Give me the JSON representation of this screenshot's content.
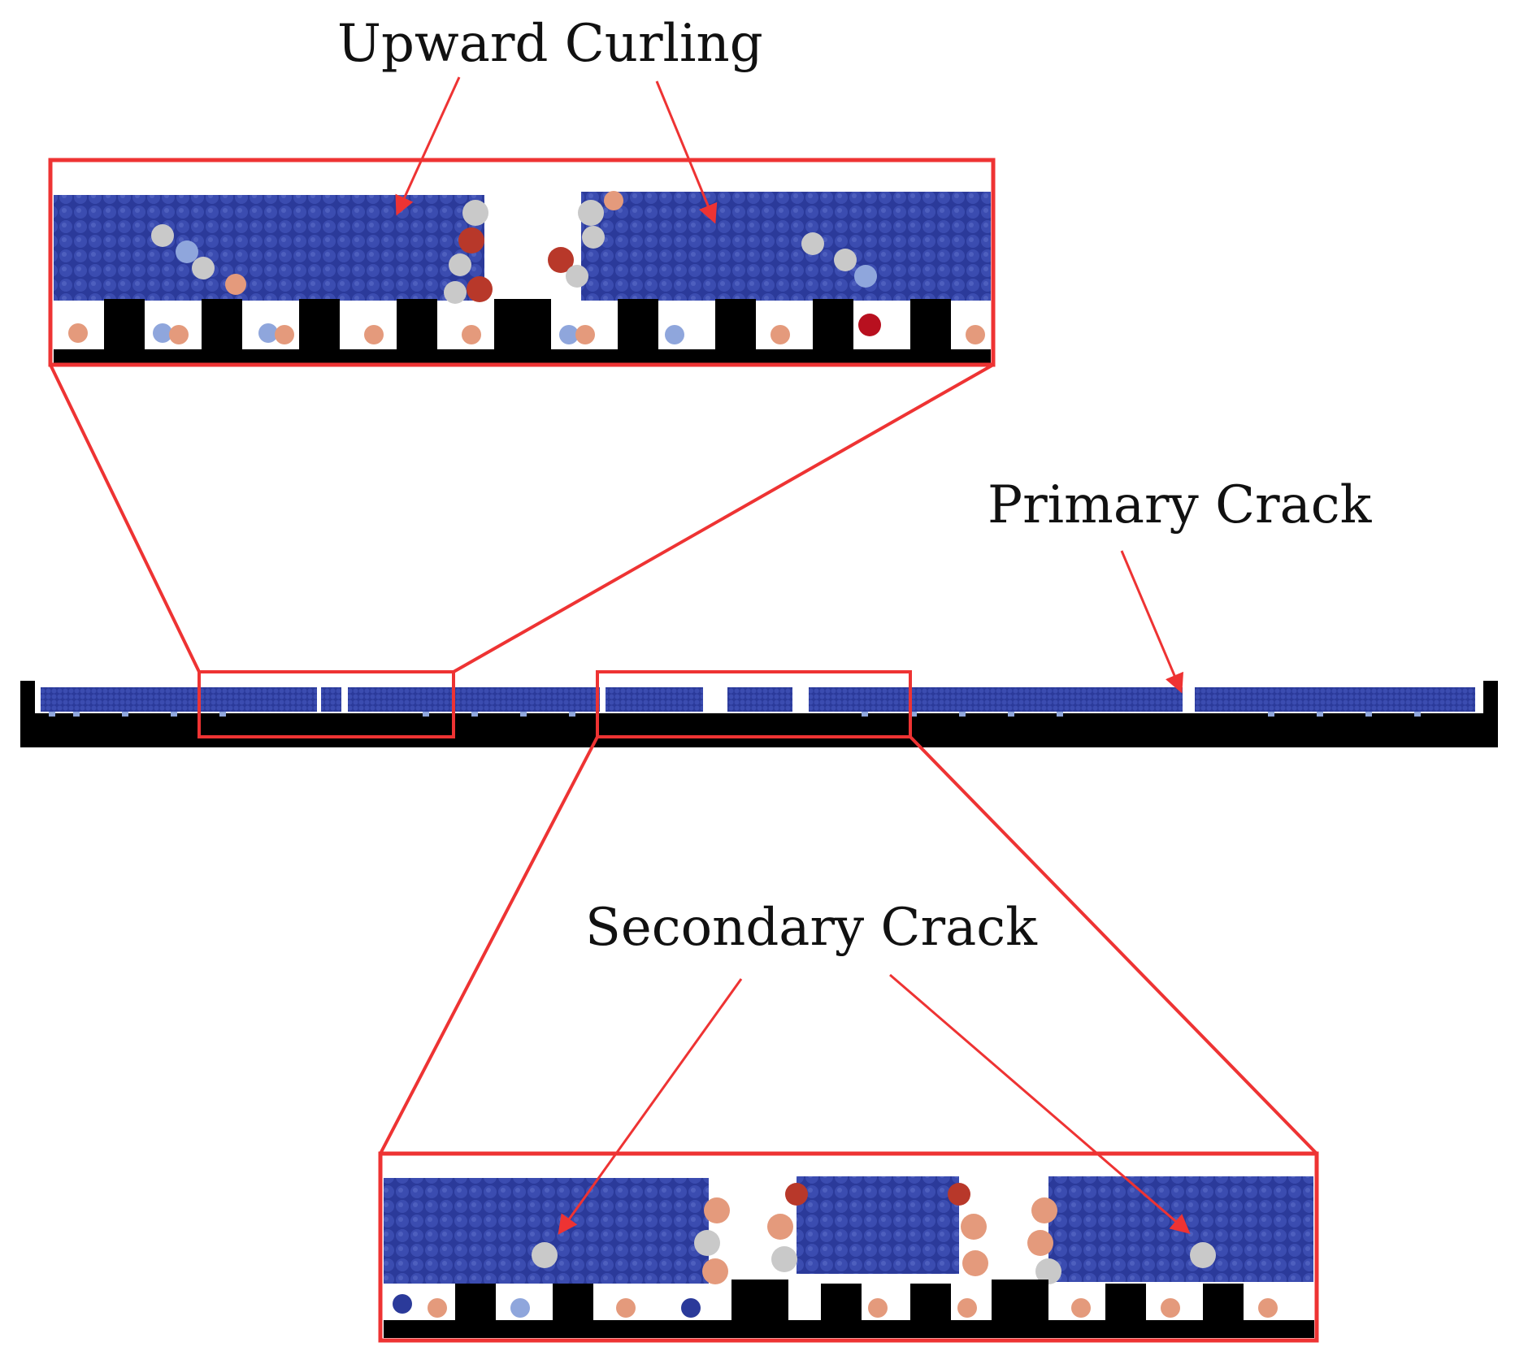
{
  "labels": {
    "upward_curling": "Upward Curling",
    "primary_crack": "Primary Crack",
    "secondary_crack": "Secondary Crack"
  },
  "colors": {
    "annotation_red": "#ee3333",
    "particle_blue_dark": "#2b3a9a",
    "particle_blue_mid": "#3f55b8",
    "particle_blue_light": "#8fa6dc",
    "particle_gray": "#c9c9c9",
    "particle_salmon": "#e49a7c",
    "particle_red": "#b8382a",
    "substrate_black": "#000000"
  }
}
